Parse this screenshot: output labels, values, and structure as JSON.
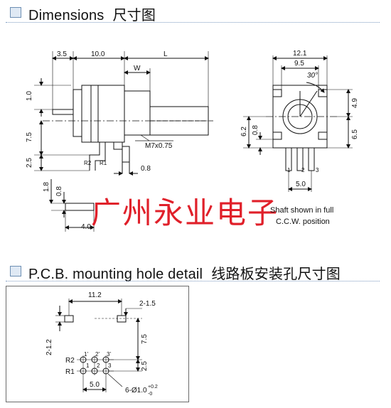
{
  "section1": {
    "title": "Dimensions",
    "title_cn": "尺寸图"
  },
  "section2": {
    "title": "P.C.B. mounting hole detail",
    "title_cn": "线路板安装孔尺寸图"
  },
  "side_view": {
    "dim_a": "3.5",
    "dim_b": "10.0",
    "dim_L": "L",
    "dim_W": "W",
    "dim_1_0": "1.0",
    "dim_7_5": "7.5",
    "dim_2_5": "2.5",
    "thread": "M7x0.75",
    "dim_0_8": "0.8",
    "pin_r2": "R2",
    "pin_r1": "R1"
  },
  "front_view": {
    "dim_12_1": "12.1",
    "dim_9_5": "9.5",
    "angle": "30°",
    "dim_4_9": "4.9",
    "dim_6_5": "6.5",
    "dim_6_2": "6.2",
    "dim_0_8": "0.8",
    "dim_5_0": "5.0",
    "pin1": "1",
    "pin2": "2",
    "pin3": "3"
  },
  "bottom_view": {
    "dim_1_8": "1.8",
    "dim_0_8": "0.8",
    "dim_4_0": "4.0"
  },
  "watermark": "广州永业电子",
  "note": {
    "line1": "Shaft shown in full",
    "line2": "C.C.W. position"
  },
  "pcb": {
    "dim_11_2": "11.2",
    "dim_2_1_5": "2-1.5",
    "dim_2_1_2": "2-1.2",
    "dim_7_5": "7.5",
    "dim_2_5": "2.5",
    "dim_5_0": "5.0",
    "hole_spec": "6-Ø1.0",
    "tol_plus": "+0.2",
    "tol_minus": "-0",
    "row_r2": "R2",
    "row_r1": "R1",
    "p1p": "1'",
    "p2p": "2'",
    "p3p": "3'",
    "p1": "1",
    "p2": "2",
    "p3": "3"
  },
  "colors": {
    "accent_box": "#dfe9f4",
    "rule": "#7d9ac0",
    "watermark": "#e0202a"
  }
}
